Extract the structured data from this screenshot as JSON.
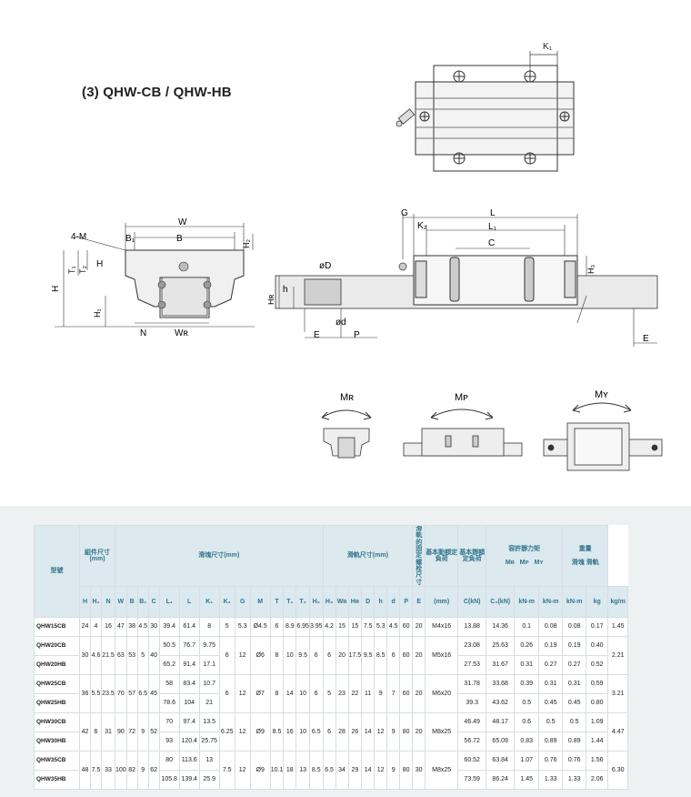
{
  "title": "(3) QHW-CB / QHW-HB",
  "labels": {
    "K1": "K₁",
    "W": "W",
    "B": "B",
    "B1": "B₁",
    "H2": "H₂",
    "M4": "4-M",
    "T1": "T₁",
    "T2": "T₂",
    "Hm": "H",
    "H1": "H₁",
    "N": "N",
    "WR": "Wʀ",
    "G": "G",
    "L": "L",
    "K2": "K₂",
    "L1": "L₁",
    "C": "C",
    "H3": "H₃",
    "D": "øD",
    "h": "h",
    "HR": "Hʀ",
    "d": "ød",
    "E": "E",
    "P": "P",
    "MR": "Mʀ",
    "MP": "Mᴘ",
    "MY": "Mʏ"
  },
  "table": {
    "header_groups": {
      "model": "型號",
      "assembly": "組件尺寸",
      "assembly_unit": "(mm)",
      "block": "滑塊尺寸(mm)",
      "rail": "滑軌尺寸(mm)",
      "bolt": "滑軌的固定螺栓尺寸",
      "dynamic": "基本動額定負荷",
      "static": "基本靜額定負荷",
      "moment": "容許靜力矩",
      "weight": "重量"
    },
    "columns": [
      "H",
      "H₁",
      "N",
      "W",
      "B",
      "B₁",
      "C",
      "L₁",
      "L",
      "K₁",
      "K₂",
      "G",
      "M",
      "T",
      "T₁",
      "T₂",
      "H₂",
      "H₃",
      "Wʀ",
      "Hʀ",
      "D",
      "h",
      "d",
      "P",
      "E"
    ],
    "units": {
      "bolt": "(mm)",
      "dynamic": "C(kN)",
      "static": "C₀(kN)",
      "mr": "Mʀ",
      "mp": "Mᴘ",
      "my": "Mʏ",
      "knm": "kN-m",
      "block_w": "滑塊",
      "rail_w": "滑軌",
      "kg": "kg",
      "kgm": "kg/m"
    },
    "rows": [
      {
        "model": "QHW15CB",
        "H": "24",
        "H1": "4",
        "N": "16",
        "W": "47",
        "B": "38",
        "B1": "4.5",
        "C": "30",
        "L1": "39.4",
        "L": "61.4",
        "K1": "8",
        "K2": "5",
        "G": "5.3",
        "M": "Ø4.5",
        "T": "6",
        "T1": "8.9",
        "T2": "6.95",
        "H2": "3.95",
        "H3": "4.2",
        "WR": "15",
        "HR": "15",
        "D": "7.5",
        "h": "5.3",
        "d": "4.5",
        "P": "60",
        "E": "20",
        "bolt": "M4x16",
        "Cdyn": "13.88",
        "C0": "14.36",
        "MR": "0.1",
        "MP": "0.08",
        "MY": "0.08",
        "wb": "0.17",
        "wr": "1.45"
      },
      {
        "model": "QHW20CB",
        "L1": "50.5",
        "L": "76.7",
        "K1": "9.75",
        "Cdyn": "23.08",
        "C0": "25.63",
        "MR": "0.26",
        "MP": "0.19",
        "MY": "0.19",
        "wb": "0.40"
      },
      {
        "model": "QHW20HB",
        "L1": "65.2",
        "L": "91.4",
        "K1": "17.1",
        "Cdyn": "27.53",
        "C0": "31.67",
        "MR": "0.31",
        "MP": "0.27",
        "MY": "0.27",
        "wb": "0.52"
      },
      {
        "model": "QHW25CB",
        "L1": "58",
        "L": "83.4",
        "K1": "10.7",
        "Cdyn": "31.78",
        "C0": "33.68",
        "MR": "0.39",
        "MP": "0.31",
        "MY": "0.31",
        "wb": "0.59"
      },
      {
        "model": "QHW25HB",
        "L1": "78.6",
        "L": "104",
        "K1": "21",
        "Cdyn": "39.3",
        "C0": "43.62",
        "MR": "0.5",
        "MP": "0.45",
        "MY": "0.45",
        "wb": "0.80"
      },
      {
        "model": "QHW30CB",
        "L1": "70",
        "L": "97.4",
        "K1": "13.5",
        "Cdyn": "46.49",
        "C0": "48.17",
        "MR": "0.6",
        "MP": "0.5",
        "MY": "0.5",
        "wb": "1.09"
      },
      {
        "model": "QHW30HB",
        "L1": "93",
        "L": "120.4",
        "K1": "25.75",
        "Cdyn": "56.72",
        "C0": "65.09",
        "MR": "0.83",
        "MP": "0.89",
        "MY": "0.89",
        "wb": "1.44"
      },
      {
        "model": "QHW35CB",
        "L1": "80",
        "L": "113.6",
        "K1": "13",
        "Cdyn": "60.52",
        "C0": "63.84",
        "MR": "1.07",
        "MP": "0.76",
        "MY": "0.76",
        "wb": "1.56"
      },
      {
        "model": "QHW35HB",
        "L1": "105.8",
        "L": "139.4",
        "K1": "25.9",
        "Cdyn": "73.59",
        "C0": "86.24",
        "MR": "1.45",
        "MP": "1.33",
        "MY": "1.33",
        "wb": "2.06"
      }
    ],
    "groups": [
      {
        "H": "30",
        "H1": "4.6",
        "N": "21.5",
        "W": "63",
        "B": "53",
        "B1": "5",
        "C": "40",
        "K2": "6",
        "G": "12",
        "M": "Ø6",
        "T": "8",
        "T1": "10",
        "T2": "9.5",
        "H2": "6",
        "H3": "6",
        "WR": "20",
        "HR": "17.5",
        "D": "9.5",
        "h": "8.5",
        "d": "6",
        "P": "60",
        "E": "20",
        "bolt": "M5x16",
        "wr": "2.21"
      },
      {
        "H": "36",
        "H1": "5.5",
        "N": "23.5",
        "W": "70",
        "B": "57",
        "B1": "6.5",
        "C": "45",
        "K2": "6",
        "G": "12",
        "M": "Ø7",
        "T": "8",
        "T1": "14",
        "T2": "10",
        "H2": "6",
        "H3": "5",
        "WR": "23",
        "HR": "22",
        "D": "11",
        "h": "9",
        "d": "7",
        "P": "60",
        "E": "20",
        "bolt": "M6x20",
        "wr": "3.21"
      },
      {
        "H": "42",
        "H1": "6",
        "N": "31",
        "W": "90",
        "B": "72",
        "B1": "9",
        "C": "52",
        "K2": "6.25",
        "G": "12",
        "M": "Ø9",
        "T": "8.5",
        "T1": "16",
        "T2": "10",
        "H2": "6.5",
        "H3": "6",
        "WR": "28",
        "HR": "26",
        "D": "14",
        "h": "12",
        "d": "9",
        "P": "80",
        "E": "20",
        "bolt": "M8x25",
        "wr": "4.47"
      },
      {
        "H": "48",
        "H1": "7.5",
        "N": "33",
        "W": "100",
        "B": "82",
        "B1": "9",
        "C": "62",
        "K2": "7.5",
        "G": "12",
        "M": "Ø9",
        "T": "10.1",
        "T1": "18",
        "T2": "13",
        "H2": "8.5",
        "H3": "6.5",
        "WR": "34",
        "HR": "29",
        "D": "14",
        "h": "12",
        "d": "9",
        "P": "80",
        "E": "30",
        "bolt": "M8x25",
        "wr": "6.30"
      }
    ]
  }
}
